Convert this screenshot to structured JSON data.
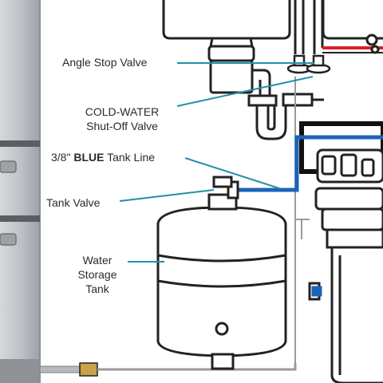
{
  "labels": {
    "angle_stop": "Angle Stop Valve",
    "cold_water_line1": "COLD-WATER",
    "cold_water_line2": "Shut-Off Valve",
    "tank_line_prefix": "3/8\"",
    "tank_line_bold": "BLUE",
    "tank_line_suffix": "Tank Line",
    "tank_valve": "Tank Valve",
    "storage_line1": "Water",
    "storage_line2": "Storage",
    "storage_line3": "Tank"
  },
  "colors": {
    "leader": "#2391a8",
    "blue_line": "#1c63b8",
    "hot_line": "#d8232a",
    "outline": "#222222",
    "steel": "#a9adb2"
  },
  "icons": [
    "refrigerator",
    "sink-basin",
    "garbage-disposal",
    "angle-stop-valve",
    "p-trap",
    "storage-tank",
    "ro-filter-system"
  ]
}
